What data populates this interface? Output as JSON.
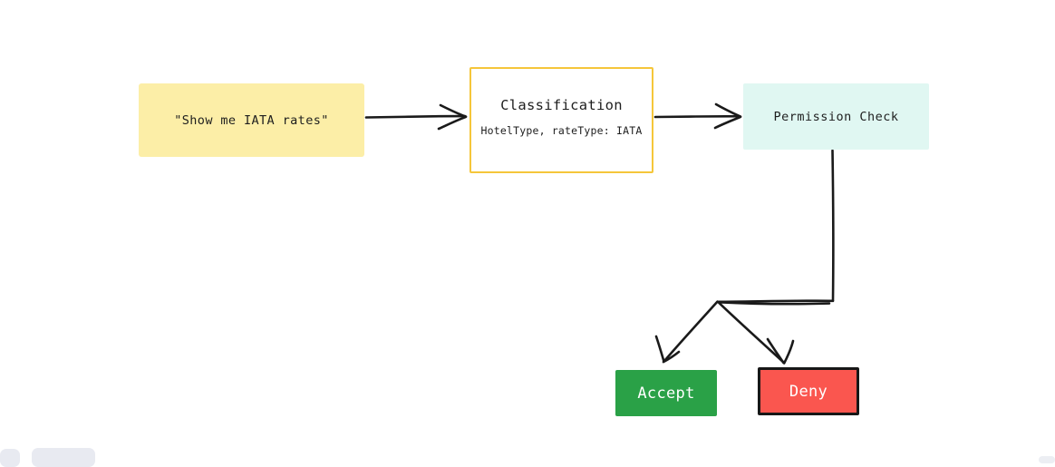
{
  "diagram": {
    "type": "flowchart",
    "style": "hand-drawn",
    "background_color": "#ffffff",
    "nodes": [
      {
        "id": "request",
        "label": "\"Show me IATA rates\"",
        "fill": "#fceea7",
        "text_color": "#1e1e1e"
      },
      {
        "id": "classification",
        "title": "Classification",
        "subtitle": "HotelType, rateType: IATA",
        "fill": "#ffffff",
        "stroke": "#f5c63a",
        "text_color": "#1e1e1e"
      },
      {
        "id": "permission",
        "label": "Permission Check",
        "fill": "#e0f7f2",
        "text_color": "#1e1e1e"
      },
      {
        "id": "accept",
        "label": "Accept",
        "fill": "#2aa147",
        "text_color": "#ffffff"
      },
      {
        "id": "deny",
        "label": "Deny",
        "fill": "#fa564f",
        "stroke": "#171717",
        "text_color": "#ffffff"
      }
    ],
    "edges": [
      {
        "id": "request-to-classification",
        "from": "request",
        "to": "classification",
        "label": "",
        "arrow": true
      },
      {
        "id": "classification-to-permission",
        "from": "classification",
        "to": "permission",
        "label": "",
        "arrow": true
      },
      {
        "id": "permission-to-accept",
        "from": "permission",
        "to": "accept",
        "label": "",
        "arrow": true
      },
      {
        "id": "permission-to-deny",
        "from": "permission",
        "to": "deny",
        "label": "",
        "arrow": true
      }
    ],
    "edge_color": "#1a1a1a"
  }
}
